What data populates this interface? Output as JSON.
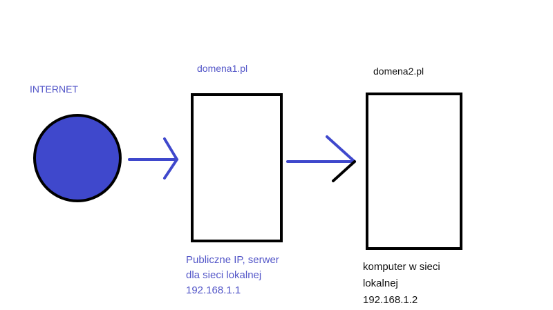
{
  "colors": {
    "accent": "#3f48cc",
    "stroke": "#000000",
    "label_blue": "#5356c8"
  },
  "internet": {
    "label": "INTERNET"
  },
  "server": {
    "domain": "domena1.pl",
    "description_lines": [
      "Publiczne IP, serwer",
      "dla sieci lokalnej",
      "192.168.1.1"
    ]
  },
  "computer": {
    "domain": "domena2.pl",
    "description_lines": [
      "komputer w sieci",
      "lokalnej",
      "192.168.1.2"
    ]
  }
}
